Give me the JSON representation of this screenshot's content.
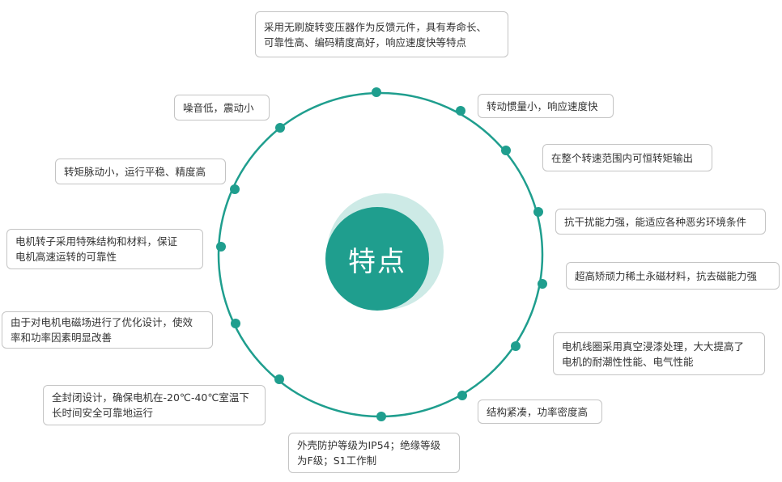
{
  "colors": {
    "ring": "#1f9e8e",
    "dot": "#1f9e8e",
    "center": "#1f9e8e",
    "halo": "#cdeae6"
  },
  "center": {
    "label": "特点"
  },
  "features": [
    {
      "text": "采用无刷旋转变压器作为反馈元件，具有寿命长、\n可靠性高、编码精度高好，响应速度快等特点"
    },
    {
      "text": "转动惯量小，响应速度快"
    },
    {
      "text": "在整个转速范围内可恒转矩输出"
    },
    {
      "text": "抗干扰能力强，能适应各种恶劣环境条件"
    },
    {
      "text": "超高矫顽力稀土永磁材料，抗去磁能力强"
    },
    {
      "text": "电机线圈采用真空浸漆处理，大大提高了\n电机的耐潮性性能、电气性能"
    },
    {
      "text": "结构紧凑，功率密度高"
    },
    {
      "text": "外壳防护等级为IP54；绝缘等级\n为F级；S1工作制"
    },
    {
      "text": "全封闭设计，确保电机在-20℃-40℃室温下\n长时间安全可靠地运行"
    },
    {
      "text": "由于对电机电磁场进行了优化设计，使效\n率和功率因素明显改善"
    },
    {
      "text": "电机转子采用特殊结构和材料，保证\n电机高速运转的可靠性"
    },
    {
      "text": "转矩脉动小，运行平稳、精度高"
    },
    {
      "text": "噪音低，震动小"
    }
  ]
}
